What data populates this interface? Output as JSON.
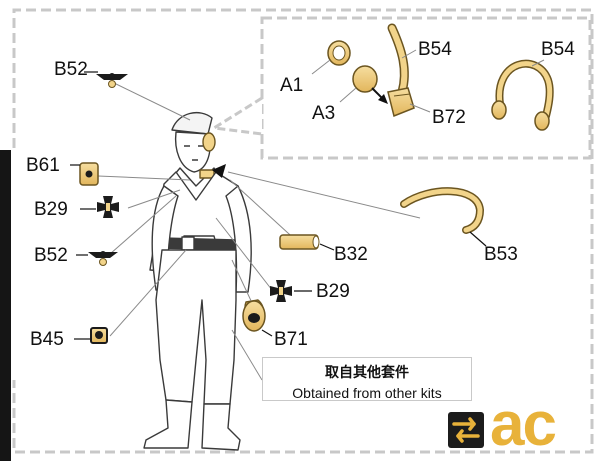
{
  "labels": {
    "b52_top": "B52",
    "a1": "A1",
    "a3": "A3",
    "b54_inset": "B54",
    "b72": "B72",
    "b54_right": "B54",
    "b61": "B61",
    "b29_left": "B29",
    "b52_left": "B52",
    "b45": "B45",
    "b32": "B32",
    "b53": "B53",
    "b29_right": "B29",
    "b71": "B71"
  },
  "note": {
    "chinese": "取自其他套件",
    "english": "Obtained from other kits"
  },
  "brand": {
    "logo_text": "ac",
    "logo_color": "#e8b23a",
    "icon": "swap-arrows-icon"
  },
  "colors": {
    "part_fill": "#f2d48a",
    "part_stroke": "#6b5520",
    "dashed_border": "#c8c8c8",
    "leader_line": "#8a8a8a"
  }
}
